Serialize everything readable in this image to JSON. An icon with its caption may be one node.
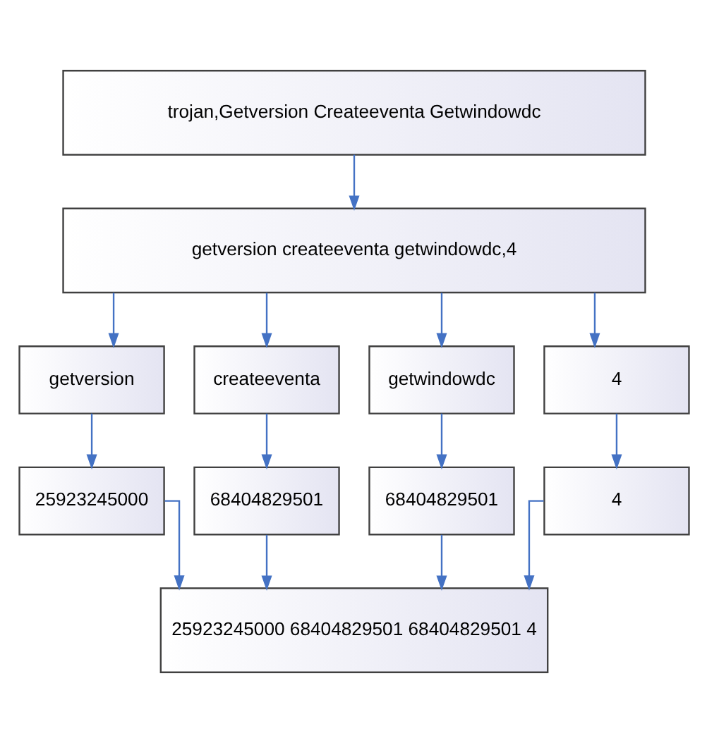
{
  "diagram": {
    "nodes": [
      {
        "text": [
          "trojan,Getversion Createeventa Getwindowdc"
        ]
      },
      {
        "text": [
          "getversion createeventa getwindowdc,4"
        ]
      },
      {
        "text": [
          "getversion"
        ]
      },
      {
        "text": [
          "createeventa"
        ]
      },
      {
        "text": [
          "getwindowdc"
        ]
      },
      {
        "text": [
          "4"
        ]
      },
      {
        "text": [
          "25923245000"
        ]
      },
      {
        "text": [
          "68404829501"
        ]
      },
      {
        "text": [
          "68404829501"
        ]
      },
      {
        "text": [
          "4"
        ]
      },
      {
        "text": [
          "25923245000 68404829501 68404829501 4"
        ]
      }
    ],
    "edges": [
      {
        "from": 0,
        "to": 1,
        "arrow": "to"
      },
      {
        "from": 1,
        "to": 2,
        "arrow": "to"
      },
      {
        "from": 1,
        "to": 3,
        "arrow": "to"
      },
      {
        "from": 1,
        "to": 4,
        "arrow": "to"
      },
      {
        "from": 1,
        "to": 5,
        "arrow": "to"
      },
      {
        "from": 2,
        "to": 6,
        "arrow": "to"
      },
      {
        "from": 3,
        "to": 7,
        "arrow": "to"
      },
      {
        "from": 4,
        "to": 8,
        "arrow": "to"
      },
      {
        "from": 5,
        "to": 9,
        "arrow": "to"
      },
      {
        "from": 6,
        "to": 10,
        "arrow": "to"
      },
      {
        "from": 7,
        "to": 10,
        "arrow": "to"
      },
      {
        "from": 8,
        "to": 10,
        "arrow": "to"
      },
      {
        "from": 9,
        "to": 10,
        "arrow": "to"
      }
    ]
  }
}
